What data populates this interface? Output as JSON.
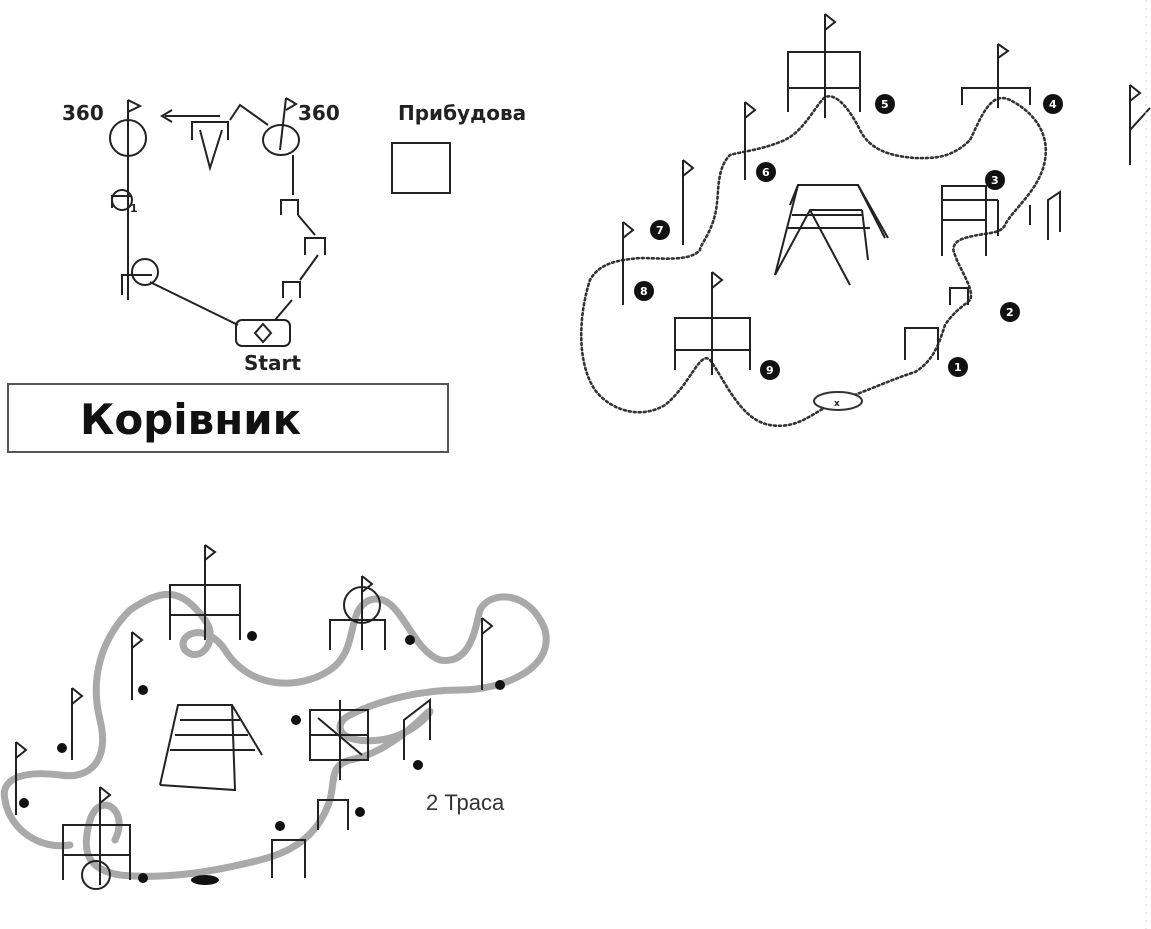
{
  "panel_top_left": {
    "labels": {
      "turn_left": "360",
      "turn_right": "360",
      "annex": "Прибудова",
      "start": "Start",
      "title": "Корівник"
    }
  },
  "panel_top_right": {
    "markers": [
      "1",
      "2",
      "3",
      "4",
      "5",
      "6",
      "7",
      "8",
      "9"
    ]
  },
  "panel_bottom_left": {
    "caption": "2 Траса"
  },
  "colors": {
    "ink": "#222222",
    "route_gray": "#a9a9a9",
    "marker_fill": "#111111",
    "background": "#ffffff"
  }
}
